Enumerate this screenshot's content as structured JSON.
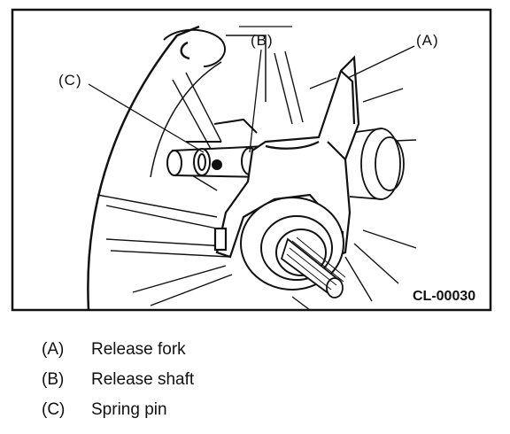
{
  "figure": {
    "code": "CL-00030",
    "callouts": {
      "a": "(A)",
      "b": "(B)",
      "c": "(C)"
    }
  },
  "legend": [
    {
      "key": "(A)",
      "label": "Release fork"
    },
    {
      "key": "(B)",
      "label": "Release shaft"
    },
    {
      "key": "(C)",
      "label": "Spring pin"
    }
  ]
}
